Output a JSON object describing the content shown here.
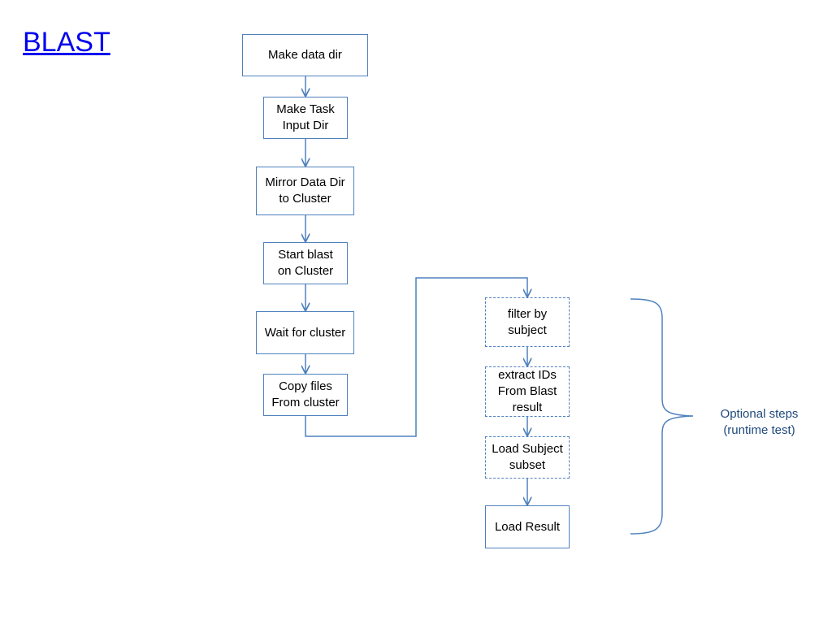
{
  "title": "BLAST",
  "colors": {
    "line": "#4f81bd",
    "link": "#0000ee",
    "note": "#1f497d"
  },
  "main_flow": [
    "Make data dir",
    "Make Task\nInput Dir",
    "Mirror Data Dir\nto Cluster",
    "Start blast\non Cluster",
    "Wait for cluster",
    "Copy files\nFrom cluster"
  ],
  "branch_flow": [
    "filter by\nsubject",
    "extract IDs\nFrom Blast\nresult",
    "Load Subject\nsubset",
    "Load Result"
  ],
  "brace_note": "Optional steps\n(runtime test)"
}
